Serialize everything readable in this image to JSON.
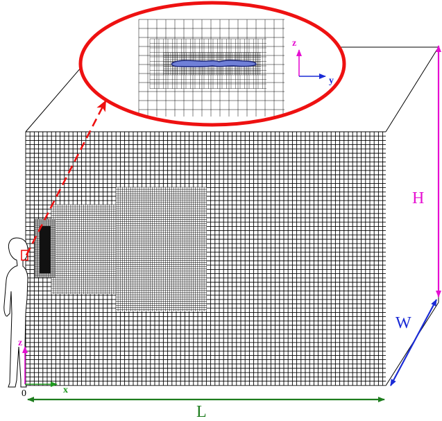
{
  "labels": {
    "height": "H",
    "width": "W",
    "length": "L",
    "origin": "0",
    "axis_x": "x",
    "axis_z_front": "z",
    "axis_z_inset": "z",
    "axis_y_inset": "y"
  },
  "colors": {
    "mesh": "#000000",
    "height_dim": "#e60fd2",
    "width_dim": "#1a2bd6",
    "length_dim": "#1e7d1e",
    "axis_x": "#1e9a1e",
    "axis_z": "#e60fd2",
    "axis_y": "#1a2bd6",
    "zoom_ellipse": "#ee1111",
    "zoom_arrow": "#ee1111",
    "plume": "#2a3aa8"
  }
}
